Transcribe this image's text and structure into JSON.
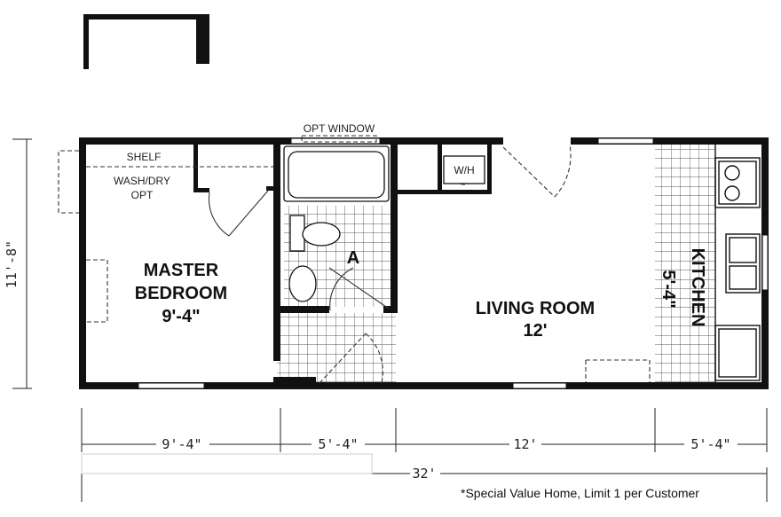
{
  "rooms": {
    "master": {
      "line1": "MASTER",
      "line2": "BEDROOM",
      "size": "9'-4\""
    },
    "living": {
      "name": "LIVING ROOM",
      "size": "12'"
    },
    "kitchen": {
      "name": "KITCHEN",
      "size": "5'-4\""
    }
  },
  "labels": {
    "shelf": "SHELF",
    "wash_dry_1": "WASH/DRY",
    "wash_dry_2": "OPT",
    "opt_window": "OPT WINDOW",
    "water_heater": "W/H",
    "bath_marker": "A"
  },
  "dimensions": {
    "depth": "11'-8\"",
    "segments": [
      "9'-4\"",
      "5'-4\"",
      "12'",
      "5'-4\""
    ],
    "total": "32'"
  },
  "note": "*Special Value Home, Limit 1 per Customer"
}
